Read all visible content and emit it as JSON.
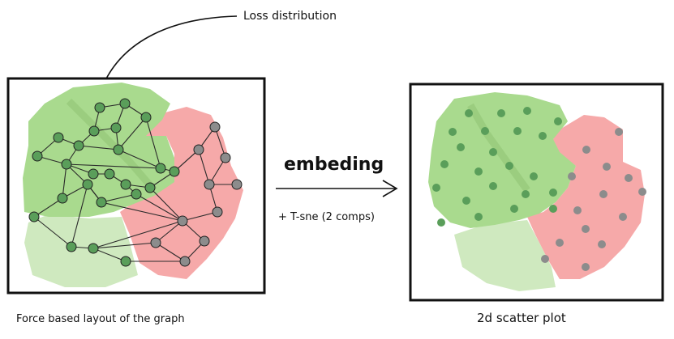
{
  "labels": {
    "loss_distribution": "Loss distribution",
    "embedding": "embeding",
    "tsne": "+ T-sne (2 comps)",
    "left_caption": "Force based layout of the graph",
    "right_caption": "2d scatter plot"
  },
  "colors": {
    "green_region": "#a9da8e",
    "light_green_region": "#cfe9bf",
    "pink_region": "#f6a9a9",
    "green_node": "#5a9e5a",
    "gray_node": "#8c8c8c",
    "stroke": "#111111"
  }
}
